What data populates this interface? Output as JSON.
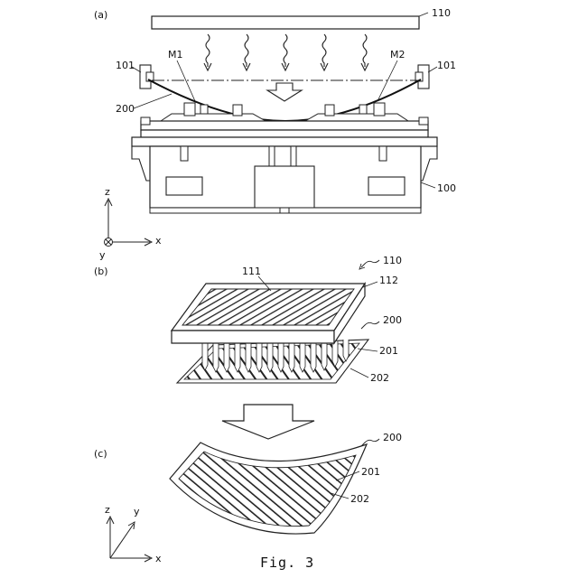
{
  "panels": {
    "a": {
      "tag": "(a)",
      "labels": {
        "plate": "110",
        "left_holder": "101",
        "right_holder": "101",
        "left_mark": "M1",
        "right_mark": "M2",
        "film": "200",
        "base_device": "100"
      },
      "axes": {
        "z": "z",
        "x": "x",
        "y": "y"
      }
    },
    "b": {
      "tag": "(b)",
      "labels": {
        "plate_assembly": "110",
        "plate_top": "111",
        "plate_frame": "112",
        "film": "200",
        "film_layer_1": "201",
        "film_layer_2": "202"
      }
    },
    "c": {
      "tag": "(c)",
      "labels": {
        "film": "200",
        "film_layer_1": "201",
        "film_layer_2": "202"
      },
      "axes": {
        "z": "z",
        "y": "y",
        "x": "x"
      }
    }
  },
  "caption": "Fig. 3"
}
